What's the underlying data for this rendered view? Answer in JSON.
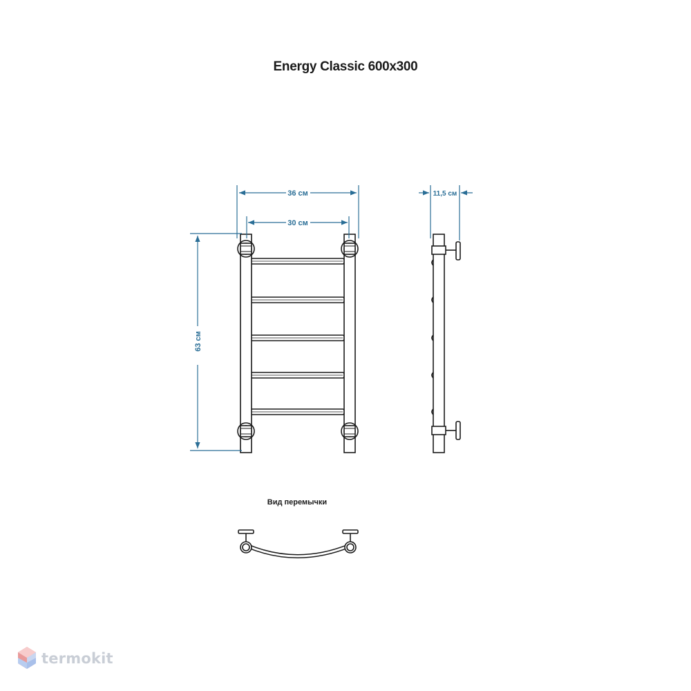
{
  "title": "Energy Classic 600x300",
  "dimensions": {
    "outer_width": "36 см",
    "inner_width": "30 см",
    "height": "63 см",
    "depth": "11,5 см"
  },
  "bridge_view_label": "Вид перемычки",
  "logo": {
    "text": "termokit"
  },
  "colors": {
    "dimension": "#2a6e96",
    "outline": "#1a1a1a",
    "logo": "#c9ced6"
  }
}
